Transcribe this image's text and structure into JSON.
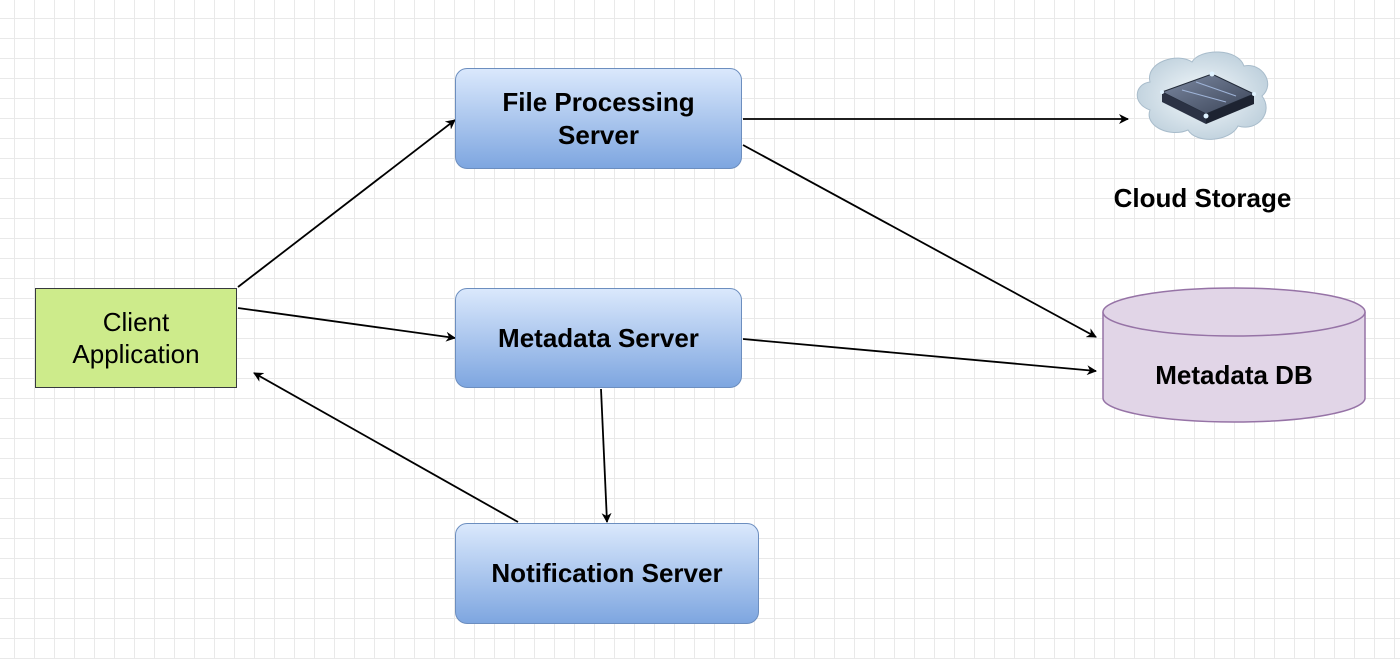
{
  "nodes": {
    "client_application": "Client\nApplication",
    "file_processing_server": "File Processing\nServer",
    "metadata_server": "Metadata Server",
    "notification_server": "Notification Server",
    "metadata_db": "Metadata DB",
    "cloud_storage": "Cloud Storage"
  },
  "edges": [
    {
      "from": "Client Application",
      "to": "File Processing Server"
    },
    {
      "from": "Client Application",
      "to": "Metadata Server"
    },
    {
      "from": "File Processing Server",
      "to": "Cloud Storage"
    },
    {
      "from": "File Processing Server",
      "to": "Metadata DB"
    },
    {
      "from": "Metadata Server",
      "to": "Metadata DB"
    },
    {
      "from": "Metadata Server",
      "to": "Notification Server"
    },
    {
      "from": "Notification Server",
      "to": "Client Application"
    }
  ],
  "colors": {
    "server_fill_top": "#dae8fc",
    "server_fill_bottom": "#7ea6e0",
    "server_stroke": "#6c8ebf",
    "client_fill": "#cdeb8b",
    "db_fill": "#e1d5e7",
    "db_stroke": "#9673a6",
    "arrow": "#000000"
  },
  "icons": {
    "cloud_storage": "cloud-storage-icon"
  }
}
